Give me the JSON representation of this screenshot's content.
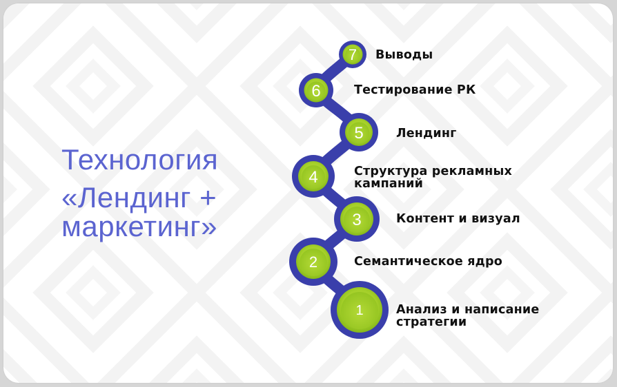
{
  "title": {
    "line1": "Технология",
    "line2": "«Лендинг +",
    "line3": "маркетинг»"
  },
  "colors": {
    "title": "#5b64d0",
    "ring": "#3a3fab",
    "ring_dark": "#2d3191",
    "green": "#8fc31f",
    "green_light": "#b5dc3b",
    "label": "#111111",
    "card_bg": "#ffffff",
    "page_bg": "#d6d6d6",
    "pattern": "#f4f4f4"
  },
  "steps": [
    {
      "number": "7",
      "label": "Выводы"
    },
    {
      "number": "6",
      "label": "Тестирование РК"
    },
    {
      "number": "5",
      "label": "Лендинг"
    },
    {
      "number": "4",
      "label_line1": "Структура рекламных",
      "label_line2": "кампаний"
    },
    {
      "number": "3",
      "label": "Контент и визуал"
    },
    {
      "number": "2",
      "label": "Семантическое ядро"
    },
    {
      "number": "1",
      "label_line1": "Анализ и написание",
      "label_line2": "стратегии"
    }
  ]
}
